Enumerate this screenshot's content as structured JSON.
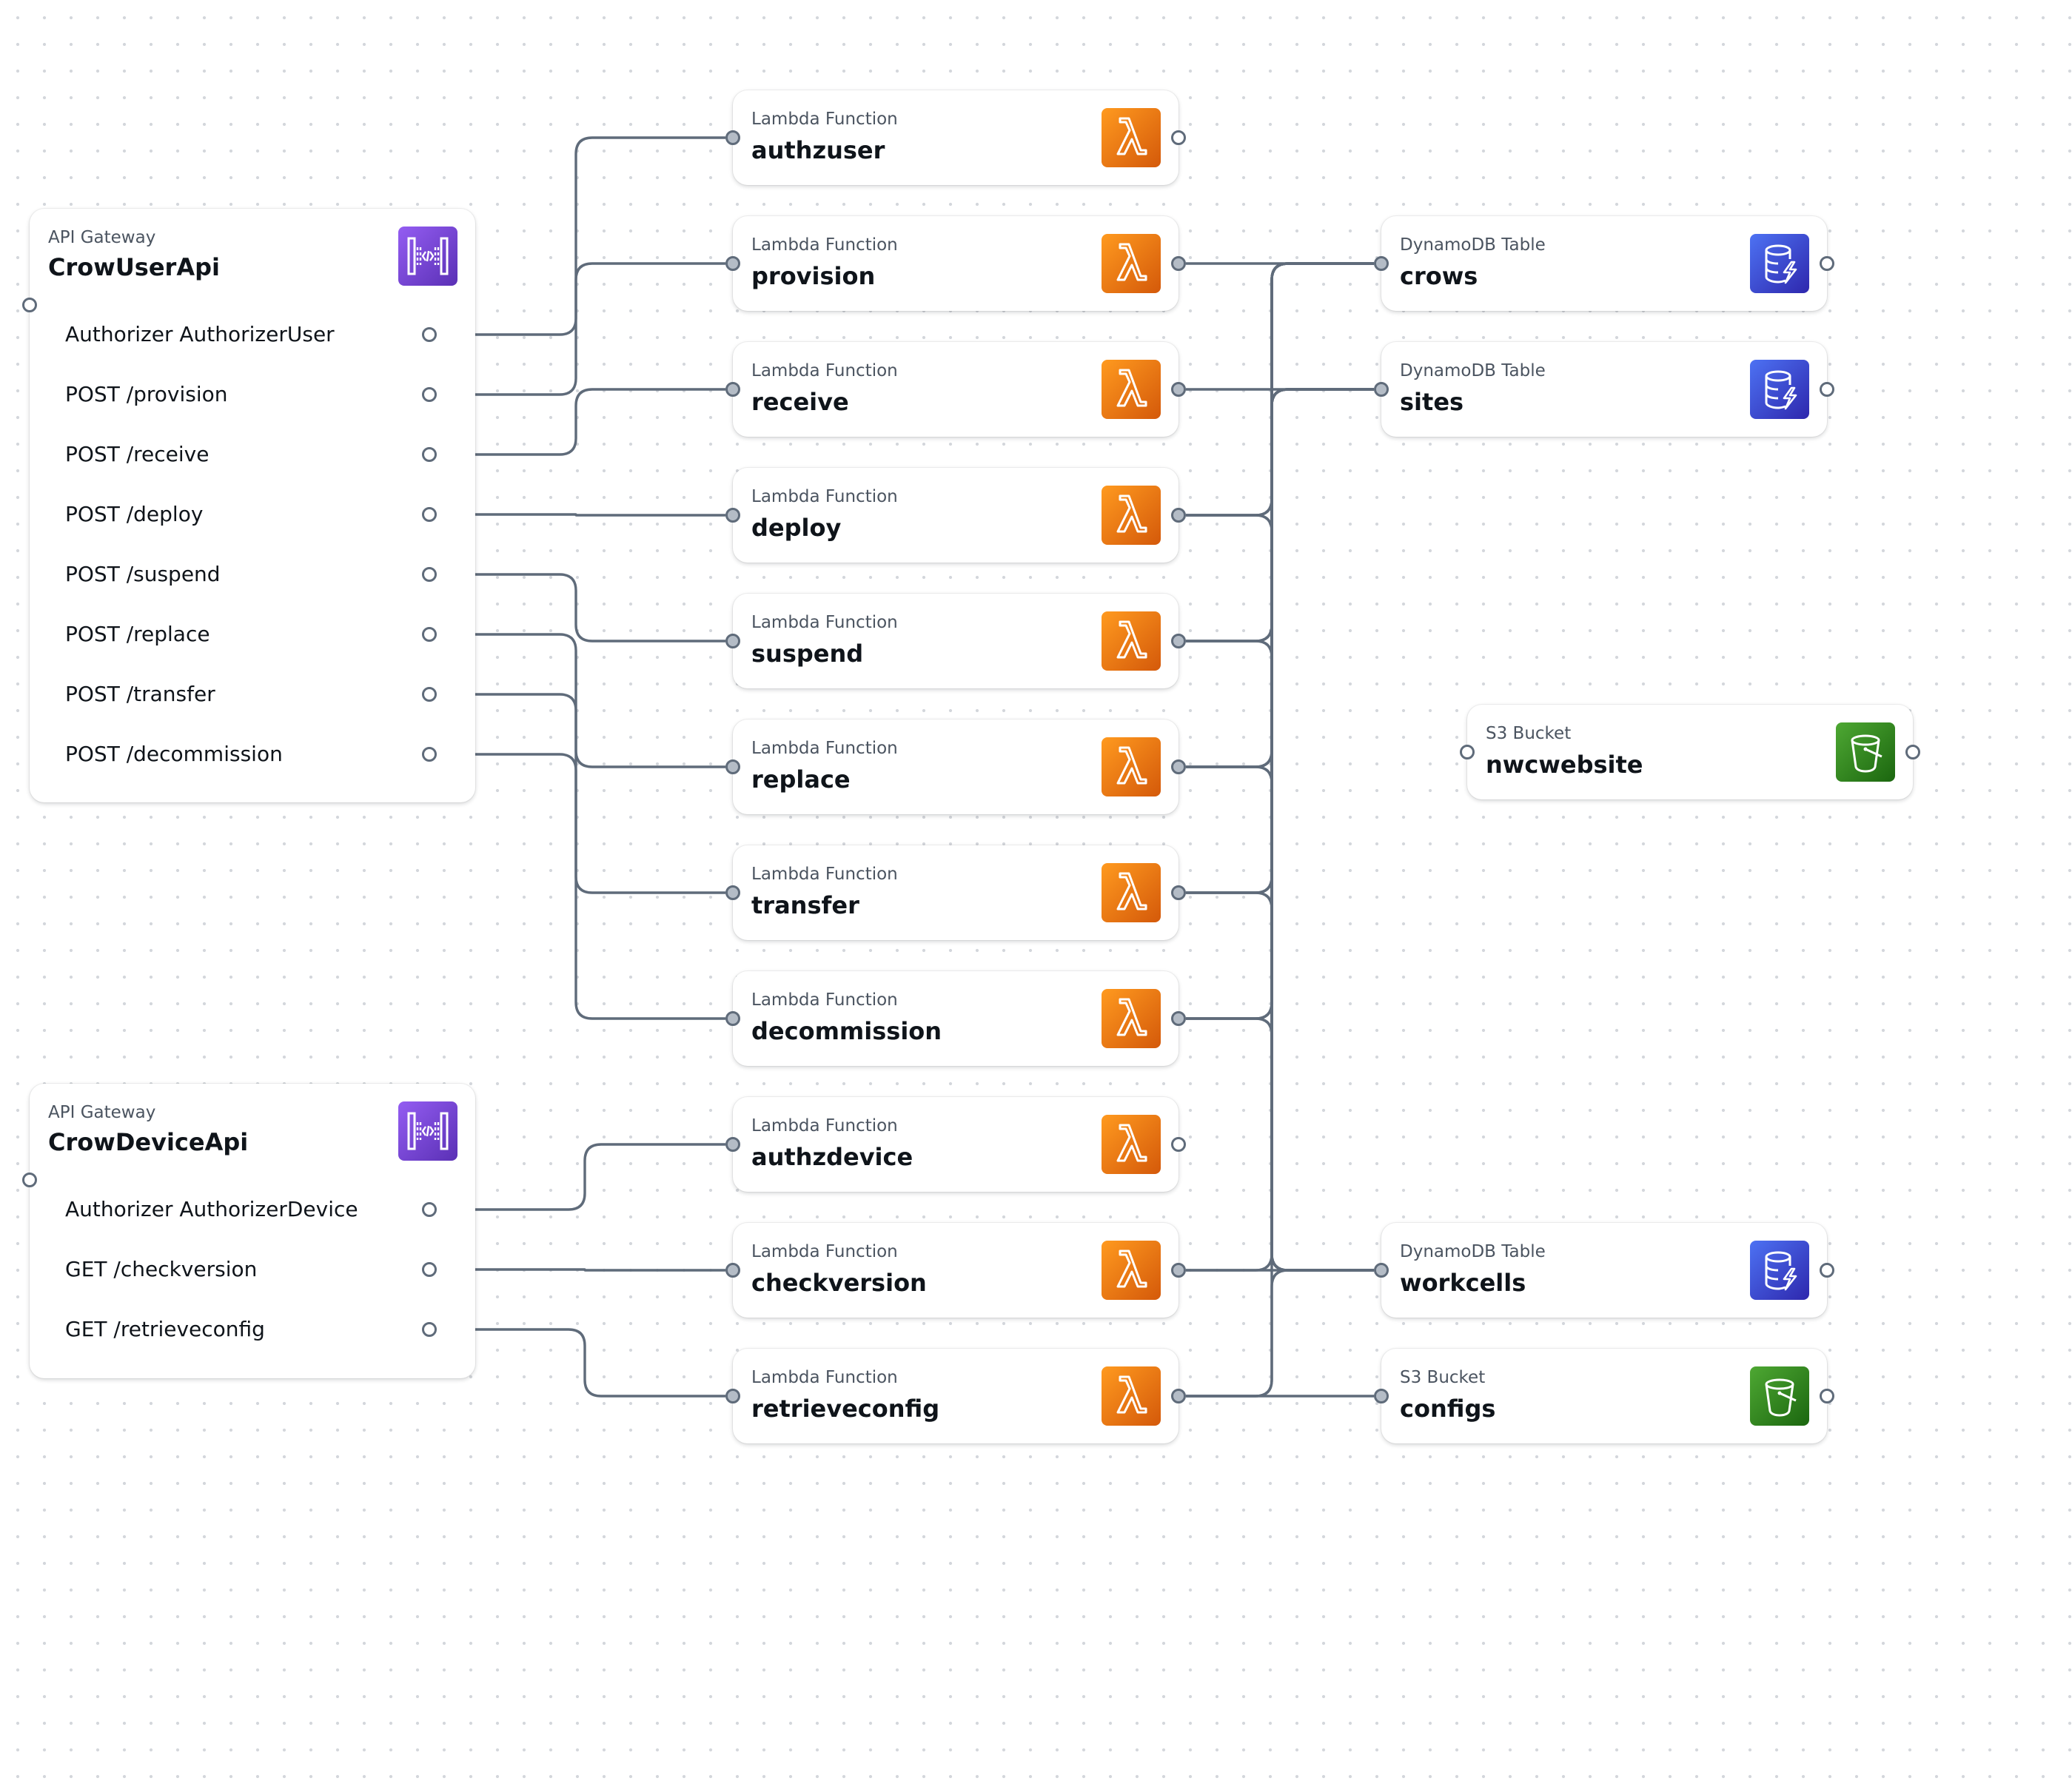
{
  "nodes": {
    "crow_user_api": {
      "type": "API Gateway",
      "name": "CrowUserApi",
      "routes": [
        "Authorizer AuthorizerUser",
        "POST /provision",
        "POST /receive",
        "POST /deploy",
        "POST /suspend",
        "POST /replace",
        "POST /transfer",
        "POST /decommission"
      ]
    },
    "crow_device_api": {
      "type": "API Gateway",
      "name": "CrowDeviceApi",
      "routes": [
        "Authorizer AuthorizerDevice",
        "GET /checkversion",
        "GET /retrieveconfig"
      ]
    },
    "lambdas": [
      {
        "type": "Lambda Function",
        "name": "authzuser"
      },
      {
        "type": "Lambda Function",
        "name": "provision"
      },
      {
        "type": "Lambda Function",
        "name": "receive"
      },
      {
        "type": "Lambda Function",
        "name": "deploy"
      },
      {
        "type": "Lambda Function",
        "name": "suspend"
      },
      {
        "type": "Lambda Function",
        "name": "replace"
      },
      {
        "type": "Lambda Function",
        "name": "transfer"
      },
      {
        "type": "Lambda Function",
        "name": "decommission"
      },
      {
        "type": "Lambda Function",
        "name": "authzdevice"
      },
      {
        "type": "Lambda Function",
        "name": "checkversion"
      },
      {
        "type": "Lambda Function",
        "name": "retrieveconfig"
      }
    ],
    "tables": [
      {
        "type": "DynamoDB Table",
        "name": "crows"
      },
      {
        "type": "DynamoDB Table",
        "name": "sites"
      },
      {
        "type": "DynamoDB Table",
        "name": "workcells"
      }
    ],
    "buckets": [
      {
        "type": "S3 Bucket",
        "name": "nwcwebsite"
      },
      {
        "type": "S3 Bucket",
        "name": "configs"
      }
    ]
  },
  "edges": [
    [
      "Authorizer AuthorizerUser",
      "authzuser"
    ],
    [
      "POST /provision",
      "provision"
    ],
    [
      "POST /receive",
      "receive"
    ],
    [
      "POST /deploy",
      "deploy"
    ],
    [
      "POST /suspend",
      "suspend"
    ],
    [
      "POST /replace",
      "transfer"
    ],
    [
      "POST /transfer",
      "replace"
    ],
    [
      "POST /decommission",
      "decommission"
    ],
    [
      "Authorizer AuthorizerDevice",
      "authzdevice"
    ],
    [
      "GET /checkversion",
      "checkversion"
    ],
    [
      "GET /retrieveconfig",
      "retrieveconfig"
    ],
    [
      "provision",
      "crows"
    ],
    [
      "deploy",
      "crows"
    ],
    [
      "suspend",
      "crows"
    ],
    [
      "replace",
      "crows"
    ],
    [
      "transfer",
      "crows"
    ],
    [
      "decommission",
      "crows"
    ],
    [
      "checkversion",
      "crows"
    ],
    [
      "retrieveconfig",
      "crows"
    ],
    [
      "receive",
      "sites"
    ],
    [
      "deploy",
      "sites"
    ],
    [
      "suspend",
      "sites"
    ],
    [
      "replace",
      "sites"
    ],
    [
      "transfer",
      "sites"
    ],
    [
      "decommission",
      "sites"
    ],
    [
      "deploy",
      "workcells"
    ],
    [
      "suspend",
      "workcells"
    ],
    [
      "replace",
      "workcells"
    ],
    [
      "transfer",
      "workcells"
    ],
    [
      "decommission",
      "workcells"
    ],
    [
      "checkversion",
      "workcells"
    ],
    [
      "retrieveconfig",
      "workcells"
    ],
    [
      "retrieveconfig",
      "configs"
    ]
  ],
  "colors": {
    "lambda": "#ed7100",
    "dynamodb": "#3b48cc",
    "s3": "#3f8624",
    "api_gateway": "#8c4fff",
    "edge": "#5f6b7a"
  },
  "icons": {
    "lambda": "lambda-icon",
    "dynamodb": "dynamodb-table-icon",
    "s3": "s3-bucket-icon",
    "api_gateway": "api-gateway-icon"
  }
}
